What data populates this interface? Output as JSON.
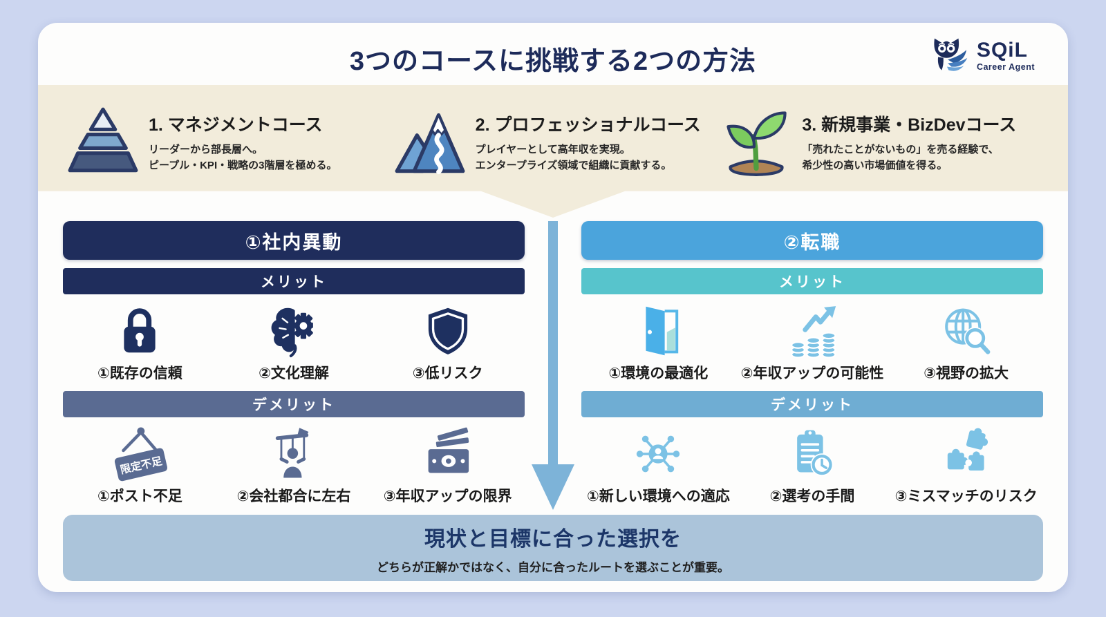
{
  "title": "3つのコースに挑戦する2つの方法",
  "logo": {
    "name": "SQiL",
    "subtitle": "Career Agent"
  },
  "courses": [
    {
      "title": "1. マネジメントコース",
      "icon": "pyramid-icon",
      "desc1": "リーダーから部長層へ。",
      "desc2": "ピープル・KPI・戦略の3階層を極める。"
    },
    {
      "title": "2. プロフェッショナルコース",
      "icon": "mountain-icon",
      "desc1": "プレイヤーとして高年収を実現。",
      "desc2": "エンタープライズ領域で組織に貢献する。"
    },
    {
      "title": "3. 新規事業・BizDevコース",
      "icon": "sprout-icon",
      "desc1": "「売れたことがないもの」を売る経験で、",
      "desc2": "希少性の高い市場価値を得る。"
    }
  ],
  "left_column": {
    "header": "①社内異動",
    "merit_label": "メリット",
    "demerit_label": "デメリット",
    "merits": [
      {
        "label": "①既存の信頼",
        "icon": "lock-icon"
      },
      {
        "label": "②文化理解",
        "icon": "brain-gear-icon"
      },
      {
        "label": "③低リスク",
        "icon": "shield-icon"
      }
    ],
    "demerits": [
      {
        "label": "①ポスト不足",
        "icon": "hanging-sign-icon",
        "sign_text": "限定不足"
      },
      {
        "label": "②会社都合に左右",
        "icon": "puppet-icon"
      },
      {
        "label": "③年収アップの限界",
        "icon": "money-icon"
      }
    ]
  },
  "right_column": {
    "header": "②転職",
    "merit_label": "メリット",
    "demerit_label": "デメリット",
    "merits": [
      {
        "label": "①環境の最適化",
        "icon": "open-door-icon"
      },
      {
        "label": "②年収アップの可能性",
        "icon": "coins-growth-icon"
      },
      {
        "label": "③視野の拡大",
        "icon": "globe-search-icon"
      }
    ],
    "demerits": [
      {
        "label": "①新しい環境への適応",
        "icon": "network-person-icon"
      },
      {
        "label": "②選考の手間",
        "icon": "clipboard-clock-icon"
      },
      {
        "label": "③ミスマッチのリスク",
        "icon": "puzzle-icon"
      }
    ]
  },
  "footer": {
    "title": "現状と目標に合った選択を",
    "subtitle": "どちらが正解かではなく、自分に合ったルートを選ぶことが重要。"
  },
  "colors": {
    "background": "#ccd6f0",
    "card": "#fdfdfc",
    "band": "#f2ecdb",
    "navy": "#1f2d5c",
    "slate": "#5a6b92",
    "sky": "#4ba4dc",
    "teal": "#57c4cc",
    "steel": "#6fadd3",
    "light_blue_icon": "#7cc2e5",
    "footer_box": "#abc4da",
    "arrow": "#7db3d8",
    "title_text": "#1d2b5a"
  }
}
